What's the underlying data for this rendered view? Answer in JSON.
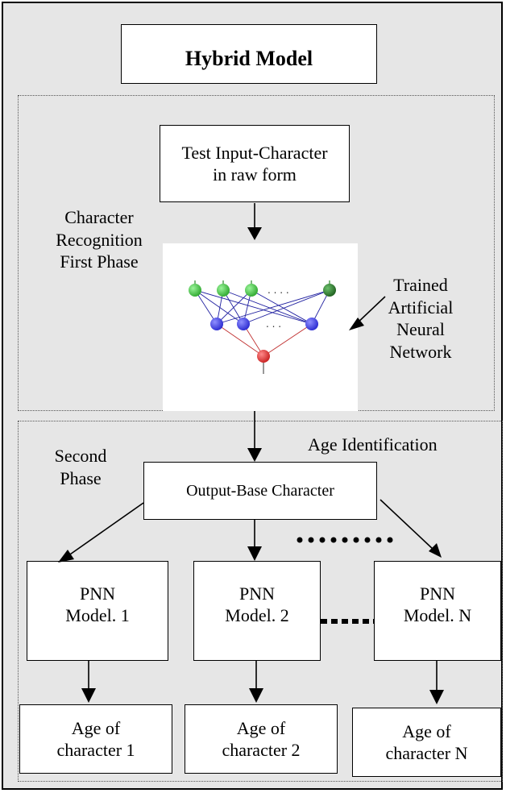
{
  "title": "Hybrid Model",
  "input_box": {
    "line1": "Test Input-Character",
    "line2": "in raw form"
  },
  "phase1_label": {
    "line1": "Character",
    "line2": "Recognition",
    "line3": "First Phase"
  },
  "ann_label": {
    "line1": "Trained",
    "line2": "Artificial",
    "line3": "Neural",
    "line4": "Network"
  },
  "ann_dots": ". . . .",
  "phase2_label": {
    "line1": "Second",
    "line2": "Phase"
  },
  "age_identification_label": "Age Identification",
  "output_box": "Output-Base Character",
  "pnn_models": [
    {
      "line1": "PNN",
      "line2": "Model. 1"
    },
    {
      "line1": "PNN",
      "line2": "Model. 2"
    },
    {
      "line1": "PNN",
      "line2": "Model. N"
    }
  ],
  "age_boxes": [
    {
      "line1": "Age of",
      "line2": "character 1"
    },
    {
      "line1": "Age of",
      "line2": "character 2"
    },
    {
      "line1": "Age of",
      "line2": "character N"
    }
  ],
  "colors": {
    "background": "#e6e6e6",
    "input_node": "#2fa82f",
    "input_node_last": "#1f5f1f",
    "hidden_node": "#2a2ad0",
    "output_node": "#c82020",
    "blue_edge": "#2020a0",
    "red_edge": "#c03030"
  }
}
